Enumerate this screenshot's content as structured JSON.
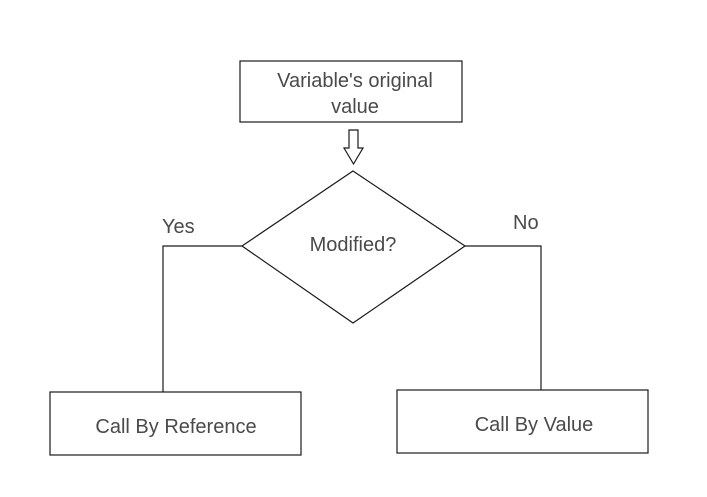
{
  "nodes": {
    "start": {
      "line1": "Variable's original",
      "line2": "value"
    },
    "decision": {
      "label": "Modified?"
    },
    "left_result": {
      "label": "Call By Reference"
    },
    "right_result": {
      "label": "Call By Value"
    }
  },
  "edges": {
    "yes_label": "Yes",
    "no_label": "No"
  },
  "colors": {
    "stroke": "#1a1a1a",
    "text": "#4a4a4a",
    "background": "#ffffff"
  }
}
